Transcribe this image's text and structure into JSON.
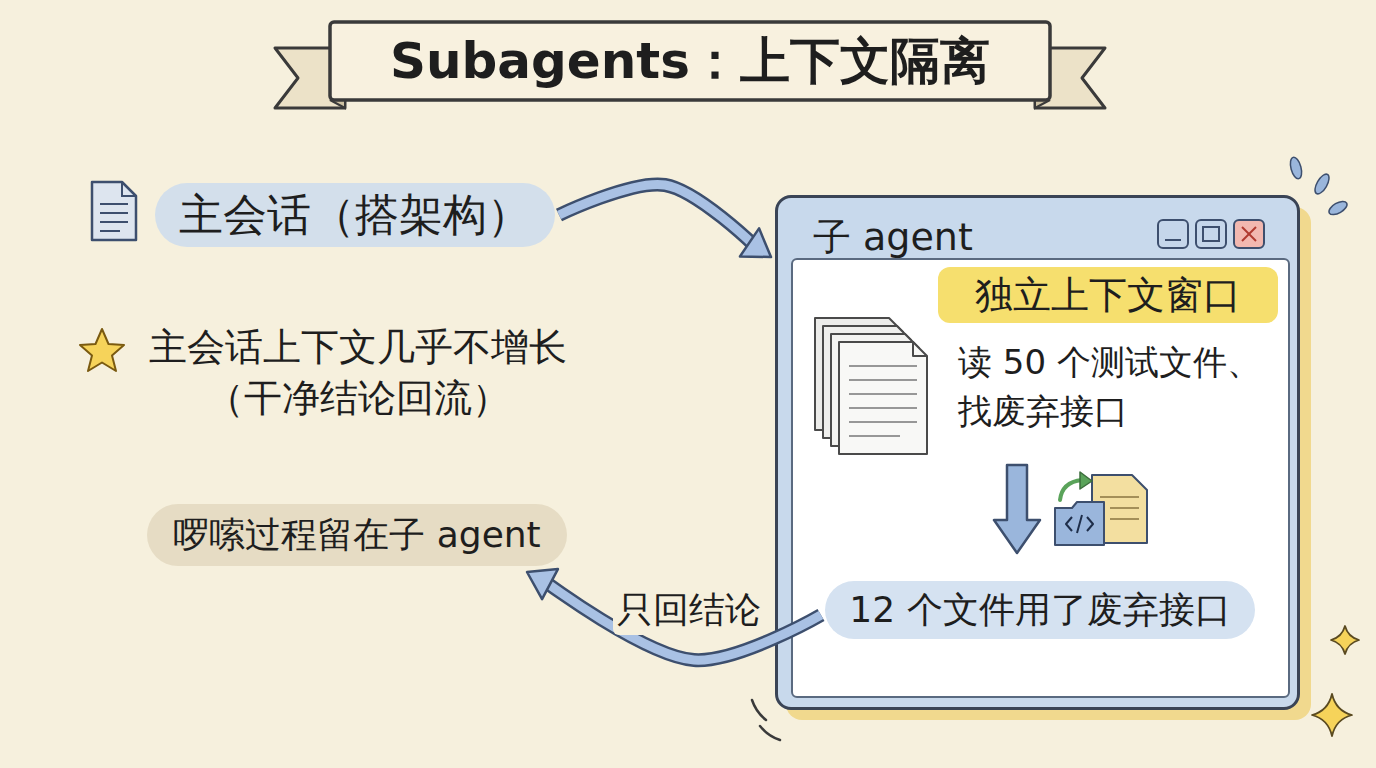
{
  "diagram": {
    "title": "Subagents：上下文隔离",
    "nodes": [
      {
        "text": [
          "主会话（搭架构）"
        ]
      },
      {
        "text": [
          "子 agent",
          "读 50 个测试文件、找废弃接口"
        ]
      },
      {
        "text": [
          "独立上下文窗口"
        ],
        "in": 1
      },
      {
        "text": [
          "12 个文件用了废弃接口"
        ],
        "in": 1
      },
      {
        "text": [
          "啰嗦过程留在子 agent"
        ]
      }
    ],
    "edges": [
      {
        "from": 0,
        "to": 1,
        "arrow": "to"
      },
      {
        "from": 3,
        "to": 4,
        "label": "只回结论",
        "arrow": "to"
      }
    ],
    "labels": [
      "主会话上下文几乎不增长 （干净结论回流）"
    ]
  }
}
